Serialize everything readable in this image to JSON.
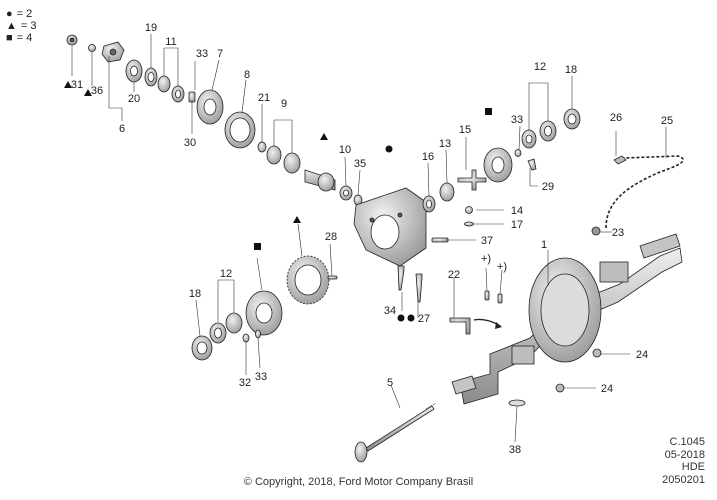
{
  "legend": [
    {
      "symbol": "●",
      "text": "= 2"
    },
    {
      "symbol": "▲",
      "text": "= 3"
    },
    {
      "symbol": "■",
      "text": "= 4"
    }
  ],
  "callouts": [
    "1",
    "5",
    "6",
    "7",
    "8",
    "9",
    "10",
    "11",
    "12",
    "12",
    "13",
    "14",
    "15",
    "16",
    "17",
    "18",
    "18",
    "19",
    "20",
    "21",
    "22",
    "23",
    "24",
    "24",
    "25",
    "26",
    "27",
    "28",
    "29",
    "30",
    "31",
    "32",
    "33",
    "33",
    "33",
    "34",
    "35",
    "36",
    "37",
    "38",
    "+)",
    "+)"
  ],
  "footer": {
    "copyright": "© Copyright, 2018, Ford Motor Company Brasil",
    "code": "C.1045",
    "date": "05-2018",
    "model": "HDE",
    "ref": "2050201"
  },
  "colors": {
    "line": "#222222",
    "part_fill": "#cfcfcf",
    "part_dark": "#8a8a8a"
  }
}
